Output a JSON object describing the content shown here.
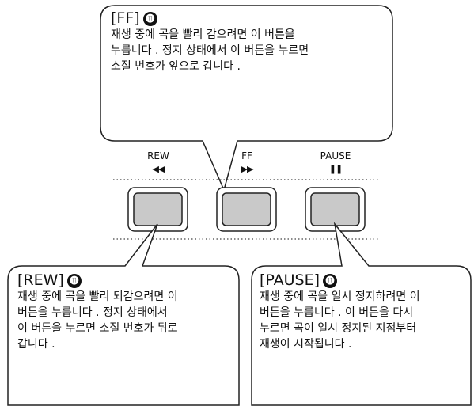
{
  "callouts": {
    "ff": {
      "title": "[FF]",
      "badge": "⓫",
      "lines": [
        "재생 중에 곡을 빨리 감으려면 이 버튼을",
        "누릅니다 . 정지 상태에서 이 버튼을 누르면",
        "소절 번호가 앞으로 갑니다 ."
      ]
    },
    "rew": {
      "title": "[REW]",
      "badge": "⓫",
      "lines": [
        "재생 중에 곡을 빨리 되감으려면 이",
        "버튼을 누릅니다 . 정지 상태에서",
        "이 버튼을 누르면 소절 번호가 뒤로",
        "갑니다 ."
      ]
    },
    "pause": {
      "title": "[PAUSE]",
      "badge": "⓫",
      "lines": [
        "재생 중에 곡을 일시 정지하려면 이",
        "버튼을 누릅니다 . 이 버튼을 다시",
        "누르면 곡이 일시 정지된 지점부터",
        "재생이 시작됩니다 ."
      ]
    }
  },
  "buttons": {
    "rew": {
      "label": "REW",
      "glyph": "◀◀"
    },
    "ff": {
      "label": "FF",
      "glyph": "▶▶"
    },
    "pause": {
      "label": "PAUSE",
      "glyph": "❚❚"
    }
  }
}
